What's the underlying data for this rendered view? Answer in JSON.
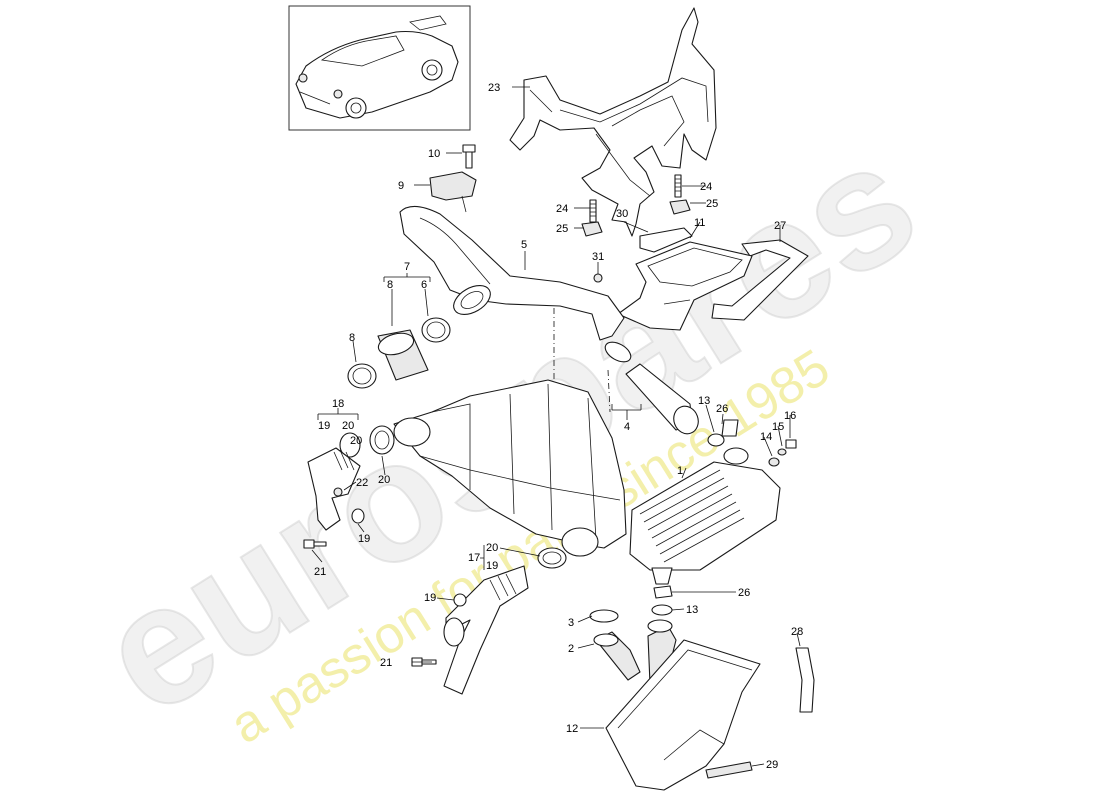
{
  "watermark": {
    "brand": "eurospares",
    "tagline": "a passion for parts since 1985"
  },
  "thumbnail": {
    "icon": "sports-car-icon"
  },
  "callouts": [
    "1",
    "2",
    "3",
    "4",
    "5",
    "6",
    "7",
    "8",
    "8",
    "9",
    "10",
    "11",
    "12",
    "13",
    "13",
    "14",
    "15",
    "16",
    "17",
    "18",
    "19",
    "19",
    "19",
    "19",
    "20",
    "20",
    "20",
    "20",
    "21",
    "21",
    "22",
    "23",
    "24",
    "24",
    "25",
    "25",
    "26",
    "26",
    "27",
    "28",
    "29",
    "30",
    "31"
  ]
}
